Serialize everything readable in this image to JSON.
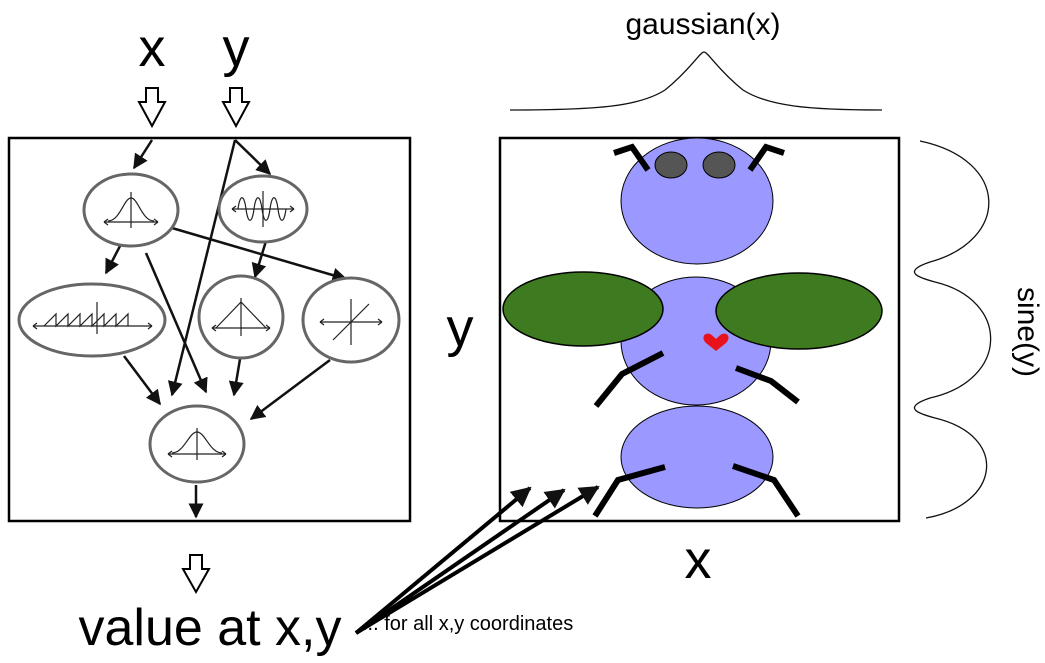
{
  "left_panel": {
    "input_x_label": "x",
    "input_y_label": "y",
    "output_label": "value at x,y",
    "nodes": [
      {
        "id": "n1",
        "icon": "gaussian-icon"
      },
      {
        "id": "n2",
        "icon": "sine-wave-icon"
      },
      {
        "id": "n3",
        "icon": "sawtooth-icon"
      },
      {
        "id": "n4",
        "icon": "triangle-wave-icon"
      },
      {
        "id": "n5",
        "icon": "linear-icon"
      },
      {
        "id": "n6",
        "icon": "gaussian-icon"
      }
    ]
  },
  "right_panel": {
    "top_curve_label": "gaussian(x)",
    "side_curve_label": "sine(y)",
    "axis_x_label": "x",
    "axis_y_label": "y",
    "pattern_icon": "bug-figure-icon",
    "colors": {
      "body": "#9b99ff",
      "wing": "#3e7a1f",
      "eye": "#555555",
      "heart": "#e8121b"
    }
  },
  "annotation": "... for all x,y coordinates"
}
